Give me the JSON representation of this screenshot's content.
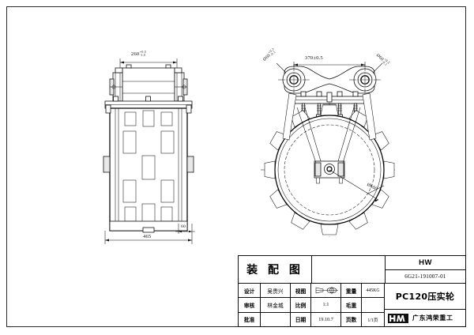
{
  "sheet": {
    "type": "cad-assembly-drawing",
    "background": "#ffffff",
    "line_color": "#111111",
    "border": "single-line-frame"
  },
  "views": {
    "front": {
      "name": "front-elevation-view",
      "description": "compaction wheel drum front view with mounting bracket and bolts"
    },
    "side": {
      "name": "side-section-view",
      "description": "compaction wheel side view showing toothed lug wheel and Ø600 outside diameter"
    }
  },
  "dimensions": {
    "front_width": {
      "value": "260",
      "tol_upper": "+0.5",
      "tol_lower": "-1.5"
    },
    "front_overall": {
      "value": "465"
    },
    "front_detail": {
      "value": "60"
    },
    "side_span": {
      "value": "370±0.5"
    },
    "pin_bore_left": {
      "value": "Ø60",
      "tol_upper": "+0.2",
      "tol_lower": "-0.1"
    },
    "pin_bore_right": {
      "value": "Ø60",
      "tol_upper": "+0.2",
      "tol_lower": "-0.1"
    },
    "wheel_diameter": {
      "value": "Ø600"
    }
  },
  "title_block": {
    "drawing_title": "装 配 图",
    "company_code": "HW",
    "drawing_number": "6G21-191007-01",
    "product_name": "PC120压实轮",
    "company_name": "广东鸿荣重工",
    "rows": [
      {
        "label": "设计",
        "value": "吴贵兴",
        "label2": "视图",
        "value2": "",
        "label3": "重量",
        "value3": "445KG"
      },
      {
        "label": "审核",
        "value": "林金城",
        "label2": "比例",
        "value2": "1:1",
        "label3": "毛重",
        "value3": ""
      },
      {
        "label": "批准",
        "value": "",
        "label2": "日期",
        "value2": "19.10.7",
        "label3": "页数",
        "value3": "1/1页"
      }
    ],
    "projection_symbol": "first-angle-projection"
  }
}
